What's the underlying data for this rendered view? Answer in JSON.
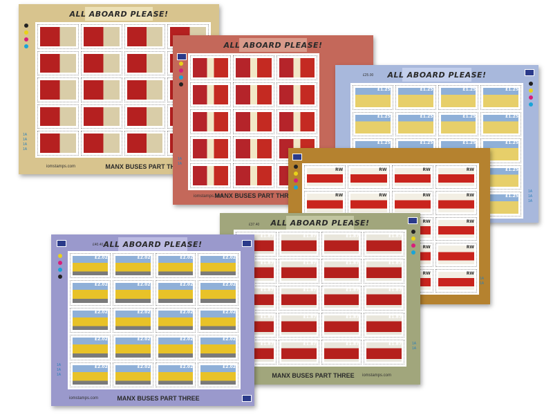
{
  "banner": "ALL ABOARD PLEASE!",
  "footer": "MANX BUSES PART THREE",
  "site": "iomstamps.com",
  "plate": [
    "1A",
    "1A",
    "1A",
    "1A"
  ],
  "colors": {
    "gold": "#d8c48e",
    "red": "#c4685a",
    "blue": "#a8b8dc",
    "brown": "#b5822f",
    "green": "#a1a67c",
    "violet": "#9a99cc"
  },
  "sheets": [
    {
      "id": "gold",
      "value": "",
      "price": ""
    },
    {
      "id": "red",
      "value": "",
      "price": ""
    },
    {
      "id": "blue",
      "value": "£1.25",
      "price": "£25.00"
    },
    {
      "id": "brown",
      "value": "RW",
      "price": ""
    },
    {
      "id": "green",
      "value": "£1.87",
      "price": "£37.40"
    },
    {
      "id": "violet",
      "value": "£2.02",
      "price": "£40.40"
    }
  ]
}
